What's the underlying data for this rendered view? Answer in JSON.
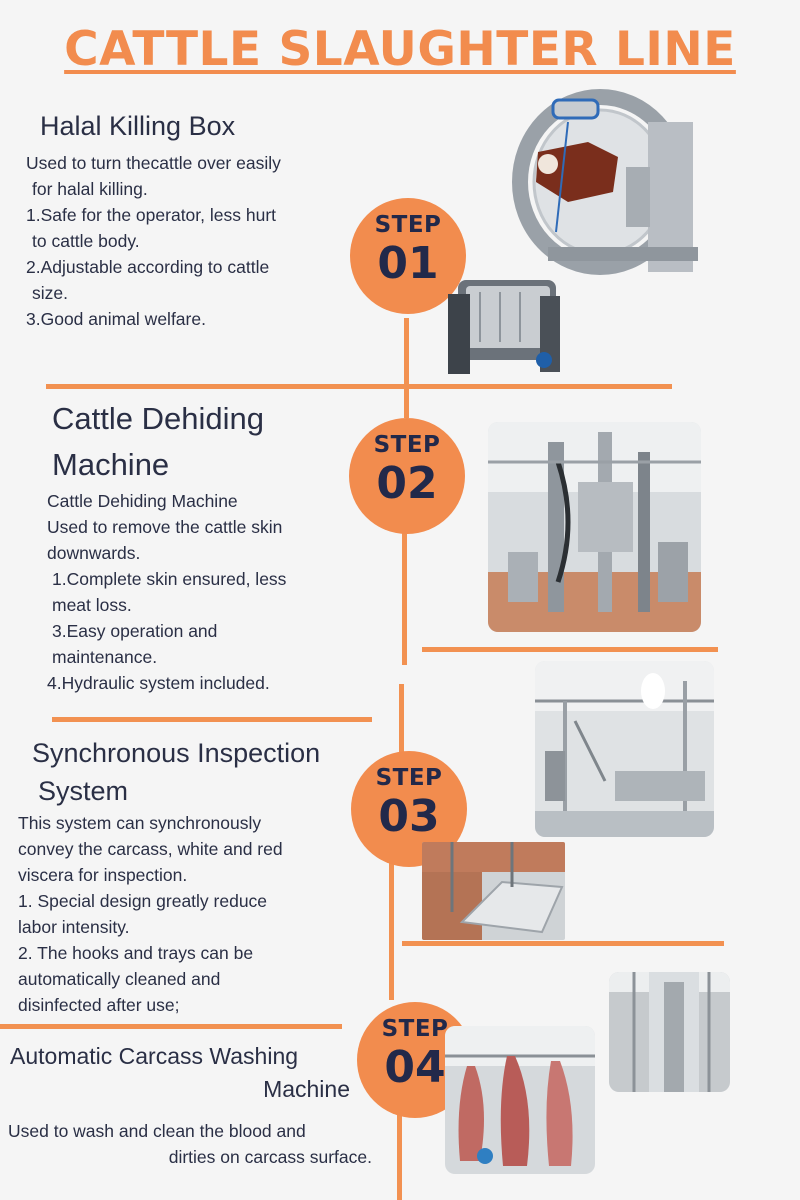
{
  "title": "CATTLE SLAUGHTER LINE",
  "colors": {
    "accent": "#f28c4e",
    "text": "#2a2f45",
    "background": "#f5f5f5"
  },
  "steps": [
    {
      "label": "STEP",
      "number": "01",
      "heading": [
        "Halal Killing Box"
      ],
      "lines": [
        "Used to turn thecattle over easily",
        " for halal killing.",
        "1.Safe for the operator, less hurt",
        " to cattle body.",
        "2.Adjustable according to cattle",
        " size.",
        "3.Good animal welfare."
      ]
    },
    {
      "label": "STEP",
      "number": "02",
      "heading": [
        "Cattle Dehiding",
        "Machine"
      ],
      "lines": [
        "Cattle Dehiding Machine",
        "Used to remove the cattle skin",
        "downwards.",
        " 1.Complete skin ensured, less",
        " meat loss.",
        " 3.Easy operation and",
        " maintenance.",
        "4.Hydraulic system included."
      ]
    },
    {
      "label": "STEP",
      "number": "03",
      "heading": [
        "Synchronous Inspection",
        " System"
      ],
      "lines": [
        "This system can synchronously",
        "convey the carcass, white and red",
        "viscera for inspection.",
        "1. Special design greatly reduce",
        "labor intensity.",
        "2. The hooks and trays can be",
        "automatically cleaned and",
        "disinfected after use;"
      ]
    },
    {
      "label": "STEP",
      "number": "04",
      "heading": [
        "Automatic Carcass Washing",
        "Machine"
      ],
      "lines": [
        "Used to wash and clean the blood and",
        "dirties on carcass surface."
      ]
    }
  ]
}
